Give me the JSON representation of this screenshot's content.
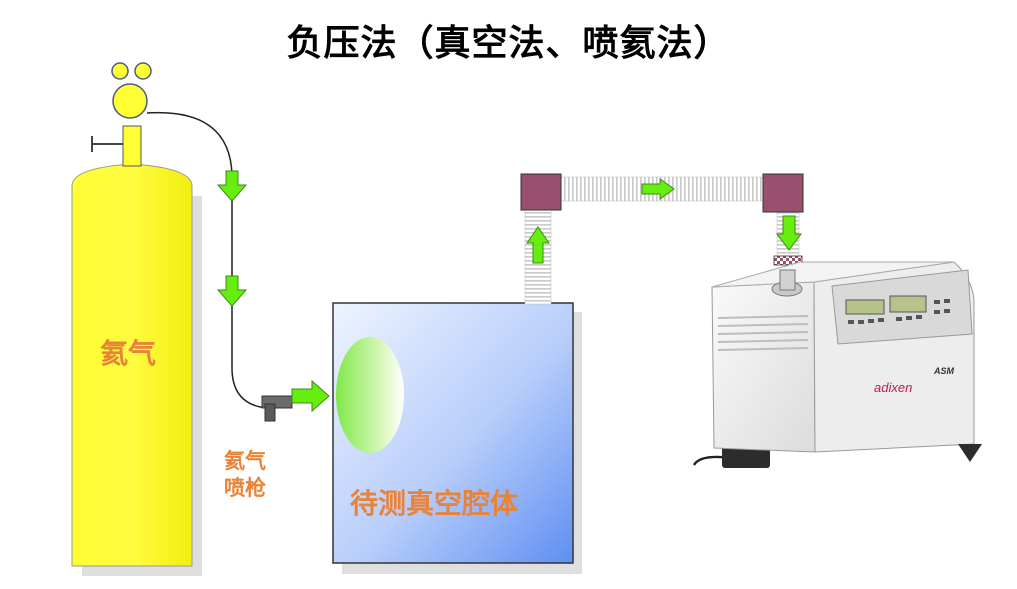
{
  "title": "负压法（真空法、喷氦法）",
  "labels": {
    "cylinder": "氦气",
    "spray_gun_line1": "氦气",
    "spray_gun_line2": "喷枪",
    "chamber": "待测真空腔体"
  },
  "device": {
    "brand": "adixen",
    "model": "ASM"
  },
  "colors": {
    "cylinder": "#ffff33",
    "flow_arrow": "#66ee11",
    "elbow": "#99506e",
    "label_orange": "#e8843a"
  }
}
